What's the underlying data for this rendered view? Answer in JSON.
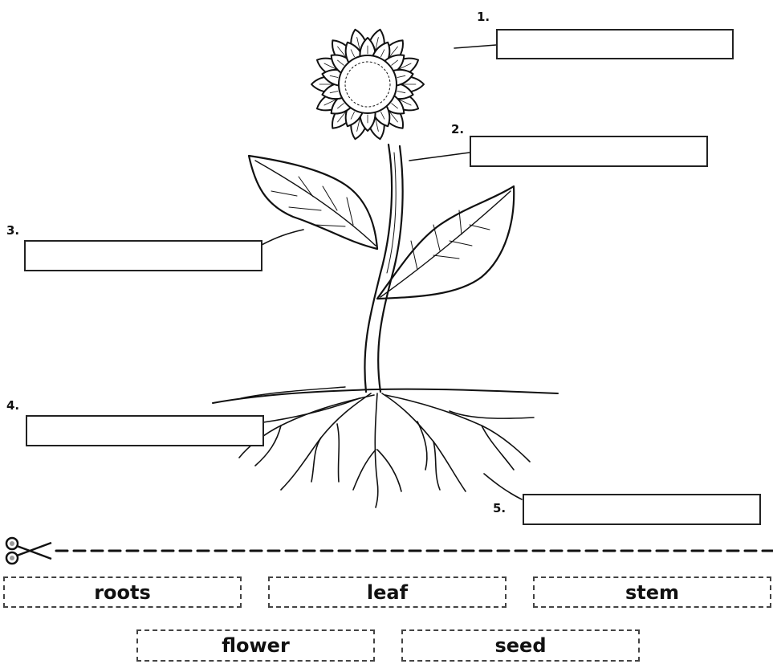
{
  "labels": [
    {
      "number": "1."
    },
    {
      "number": "2."
    },
    {
      "number": "3."
    },
    {
      "number": "4."
    },
    {
      "number": "5."
    }
  ],
  "answer_boxes": [
    "",
    "",
    "",
    "",
    ""
  ],
  "word_bank": [
    "roots",
    "leaf",
    "stem",
    "flower",
    "seed"
  ],
  "icons": {
    "cut_line": "scissors-icon"
  }
}
